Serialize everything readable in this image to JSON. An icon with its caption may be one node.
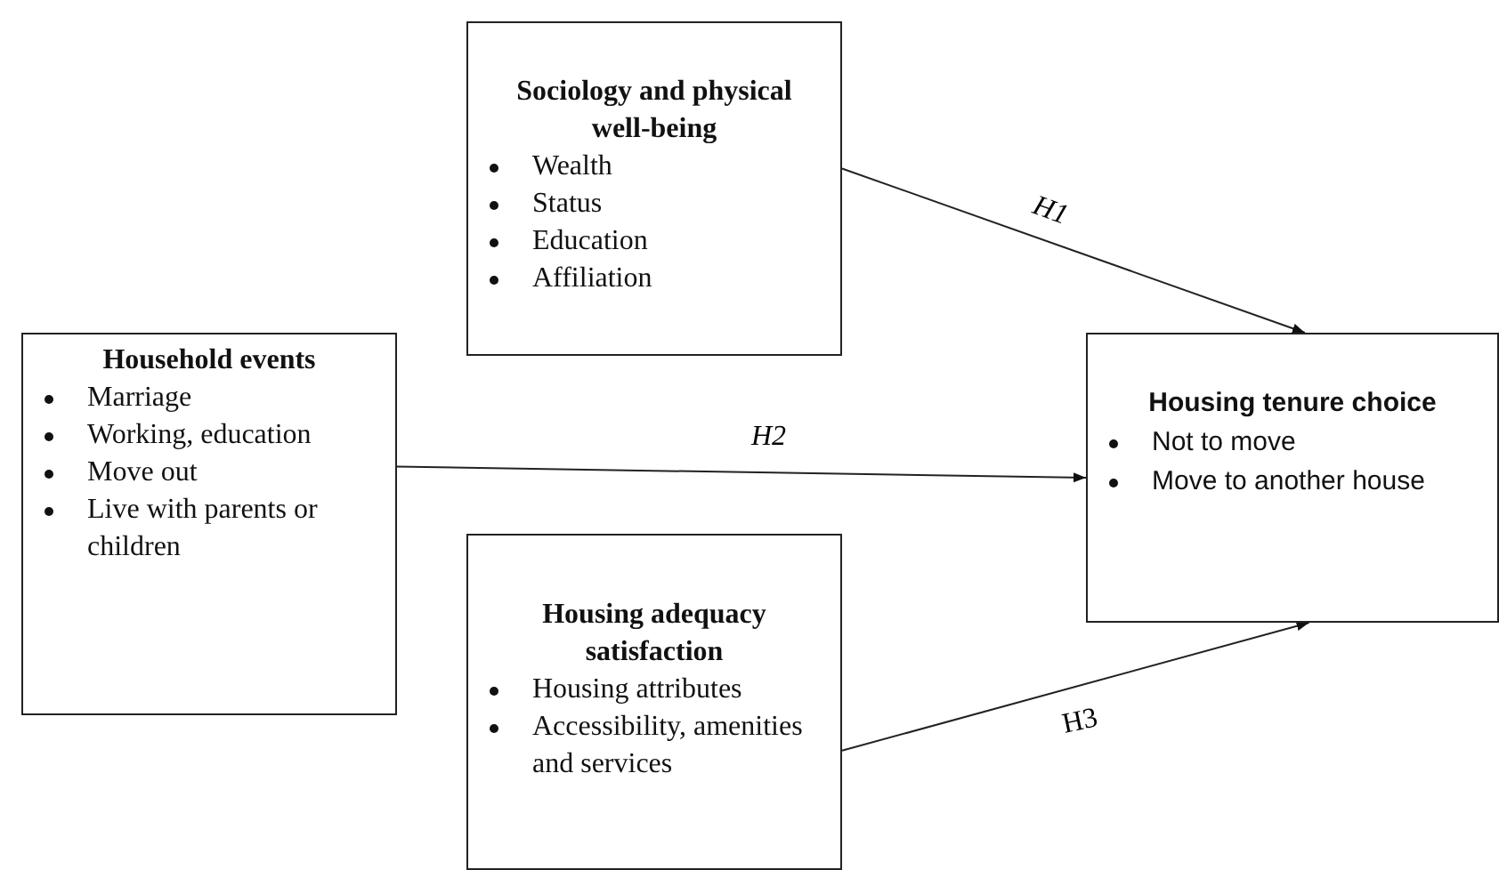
{
  "diagram": {
    "nodes": [
      {
        "text": [
          "Sociology and physical well-being",
          "Wealth",
          "Status",
          "Education",
          "Affiliation"
        ]
      },
      {
        "text": [
          "Household events",
          "Marriage",
          "Working, education",
          "Move out",
          "Live with parents or children"
        ]
      },
      {
        "text": [
          "Housing tenure choice",
          "Not to move",
          "Move to another house"
        ]
      },
      {
        "text": [
          "Housing adequacy satisfaction",
          "Housing attributes",
          "Accessibility, amenities and services"
        ]
      }
    ],
    "edges": [
      {
        "from": 0,
        "to": 2,
        "label": "H1",
        "arrow": "to"
      },
      {
        "from": 1,
        "to": 2,
        "label": "H2",
        "arrow": "to"
      },
      {
        "from": 3,
        "to": 2,
        "label": "H3",
        "arrow": "to"
      }
    ]
  }
}
